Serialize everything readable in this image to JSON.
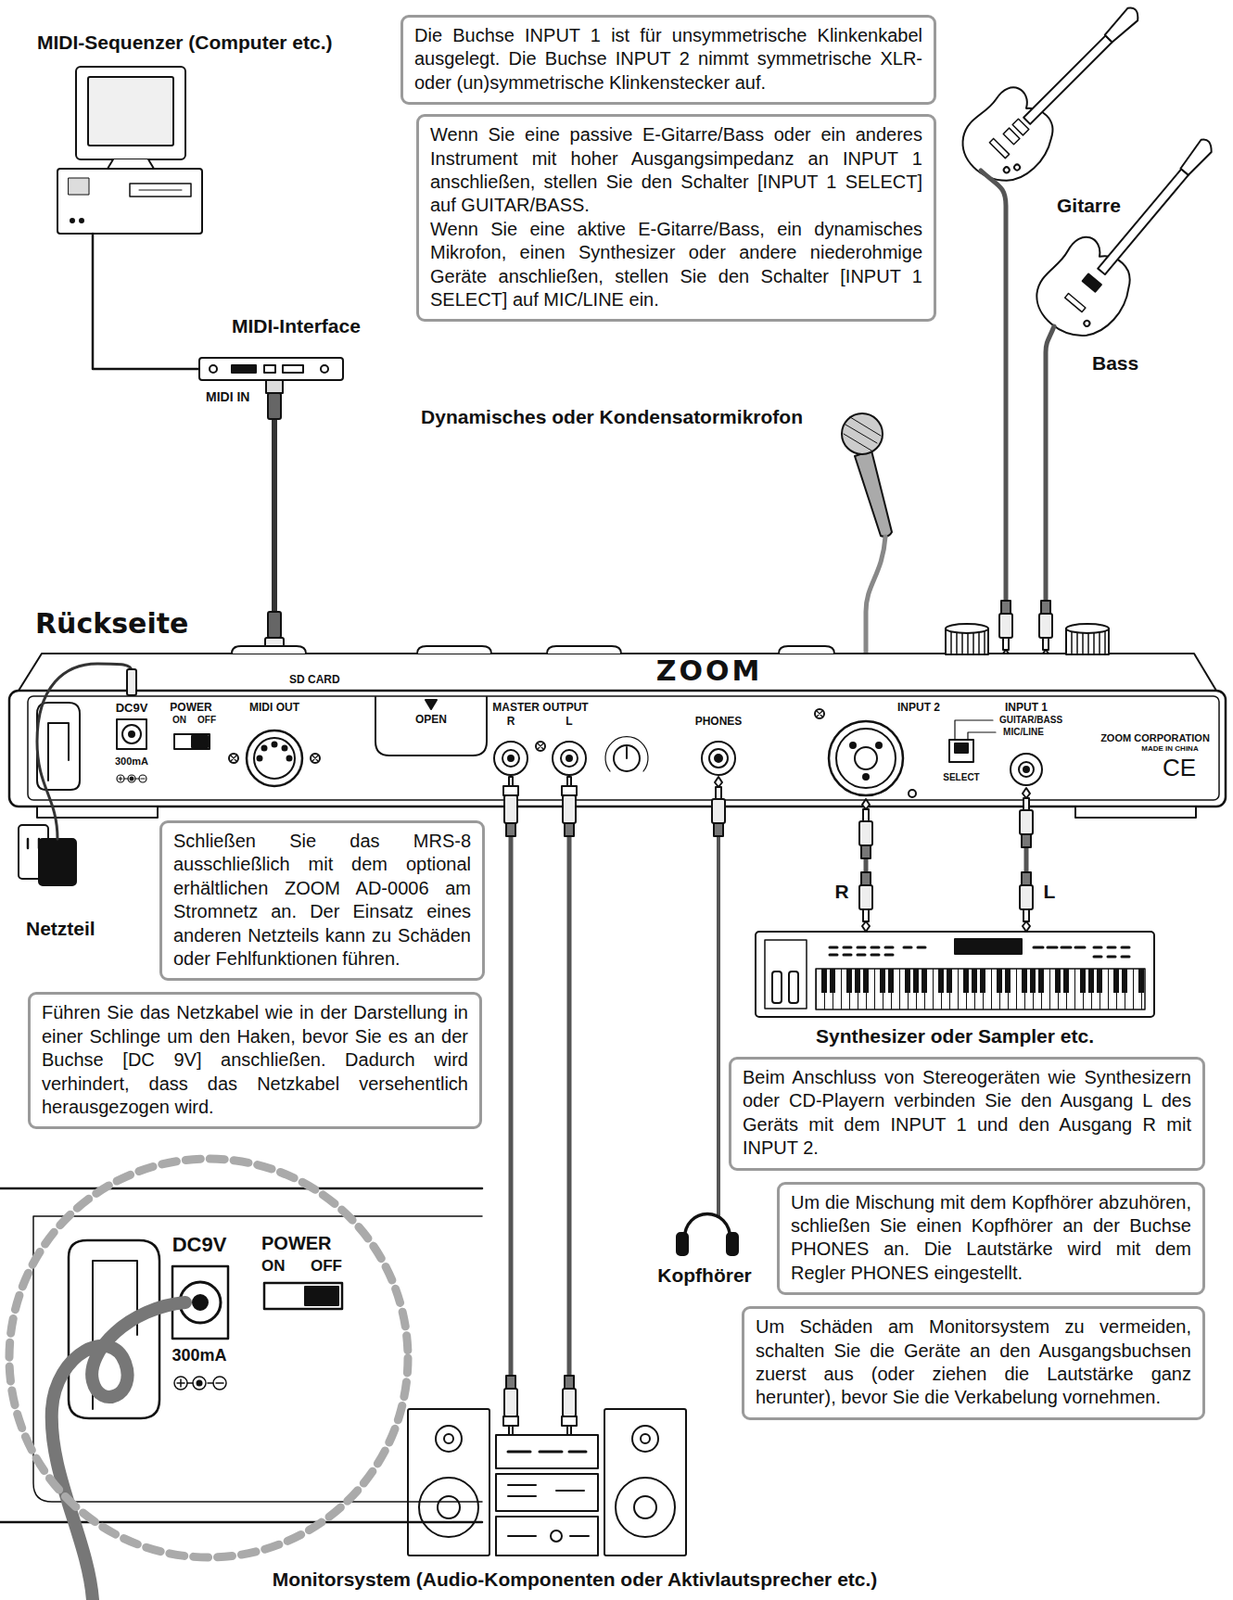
{
  "diagram": {
    "nodes": [
      {
        "text": [
          "Die Buchse INPUT 1 ist für unsymmetrische Klinkenkabel ausgelegt. Die Buchse INPUT 2 nimmt symmetrische XLR- oder (un)symmetrische Klinkenstecker auf."
        ]
      },
      {
        "text": [
          "Wenn Sie eine passive E-Gitarre/Bass oder ein anderes Instrument mit hoher Ausgangsimpedanz an INPUT 1 anschließen, stellen Sie den Schalter [INPUT 1 SELECT] auf GUITAR/BASS.",
          "Wenn Sie eine aktive E-Gitarre/Bass, ein dynamisches Mikrofon, einen Synthesizer oder andere niederohmige Geräte anschließen, stellen Sie den Schalter [INPUT 1 SELECT] auf MIC/LINE ein."
        ]
      },
      {
        "text": [
          "Schließen Sie das MRS-8 ausschließlich mit dem optional erhältlichen ZOOM AD-0006 am Stromnetz an. Der Einsatz eines anderen Netzteils kann zu Schäden oder Fehlfunktionen führen."
        ]
      },
      {
        "text": [
          "Führen Sie das Netzkabel wie in der Darstellung in einer Schlinge um den Haken, bevor Sie es an der Buchse [DC 9V] anschließen. Dadurch wird verhindert, dass das Netzkabel versehentlich herausgezogen wird."
        ]
      },
      {
        "text": [
          "Beim Anschluss von Stereogeräten wie Synthesizern oder CD-Playern verbinden Sie den Ausgang L des Geräts mit dem INPUT 1 und den Ausgang R mit INPUT 2."
        ]
      },
      {
        "text": [
          "Um die Mischung mit dem Kopfhörer abzuhören, schließen Sie einen Kopfhörer an der Buchse PHONES an. Die Lautstärke wird mit dem Regler PHONES eingestellt."
        ]
      },
      {
        "text": [
          "Um Schäden am Monitorsystem zu vermeiden, schalten Sie die Geräte an den Ausgangsbuchsen zuerst aus (oder ziehen die Lautstärke ganz herunter), bevor Sie die Verkabelung vornehmen."
        ]
      }
    ],
    "labels": [
      "MIDI-Sequenzer (Computer etc.)",
      "MIDI-Interface",
      "MIDI IN",
      "Gitarre",
      "Bass",
      "Dynamisches oder Kondensatormikrofon",
      "Rückseite",
      "DC9V",
      "POWER",
      "ON",
      "OFF",
      "300mA",
      "SD CARD",
      "MIDI OUT",
      "OPEN",
      "MASTER OUTPUT",
      "R",
      "L",
      "PHONES",
      "ZOOM",
      "INPUT 2",
      "INPUT 1",
      "GUITAR/BASS",
      "MIC/LINE",
      "SELECT",
      "ZOOM CORPORATION",
      "MADE IN CHINA",
      "CE",
      "Netzteil",
      "R",
      "L",
      "Synthesizer oder Sampler etc.",
      "Kopfhörer",
      "Monitorsystem (Audio-Komponenten oder Aktivlautsprecher etc.)",
      "DC9V",
      "POWER",
      "ON",
      "OFF",
      "300mA"
    ]
  }
}
